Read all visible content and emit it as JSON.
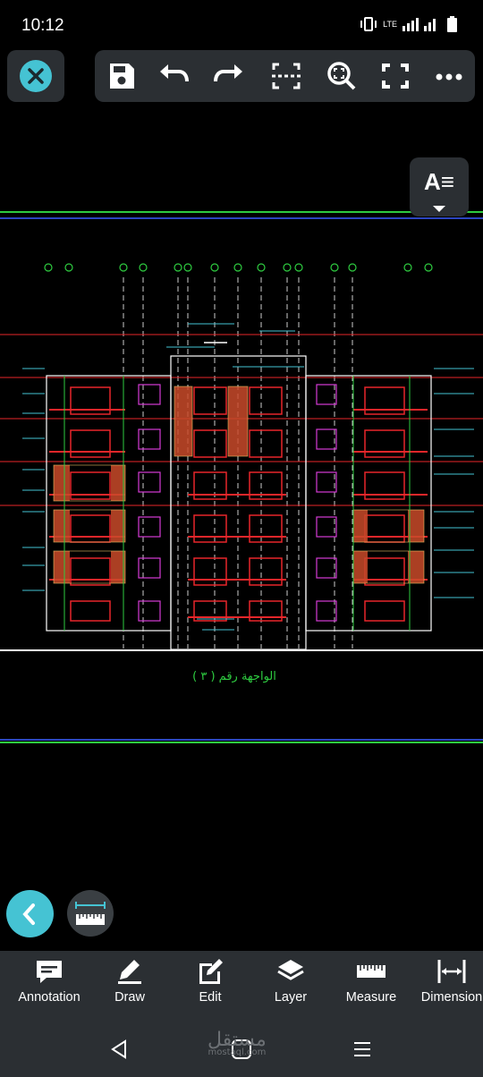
{
  "status_bar": {
    "time": "10:12",
    "network": "LTE"
  },
  "toolbar": {
    "close": "close-icon",
    "items": [
      "save-icon",
      "undo-icon",
      "redo-icon",
      "select-region-icon",
      "zoom-extents-icon",
      "fullscreen-icon",
      "more-icon"
    ]
  },
  "font_button": {
    "label": "A≡"
  },
  "drawing": {
    "caption": "الواجهة رقم ( ٣ )"
  },
  "bottom_tools": [
    {
      "label": "Annotation",
      "icon": "annotation-icon"
    },
    {
      "label": "Draw",
      "icon": "pencil-icon"
    },
    {
      "label": "Edit",
      "icon": "edit-icon"
    },
    {
      "label": "Layer",
      "icon": "layers-icon"
    },
    {
      "label": "Measure",
      "icon": "ruler-icon"
    },
    {
      "label": "Dimension",
      "icon": "dimension-icon"
    }
  ],
  "watermark": {
    "text": "مستقل",
    "sub": "mostaql.com"
  },
  "colors": {
    "accent": "#45c3d3",
    "panel": "#2b2f33",
    "cad_red": "#e8262a",
    "cad_green": "#2ecc40",
    "cad_magenta": "#d63bd6"
  }
}
